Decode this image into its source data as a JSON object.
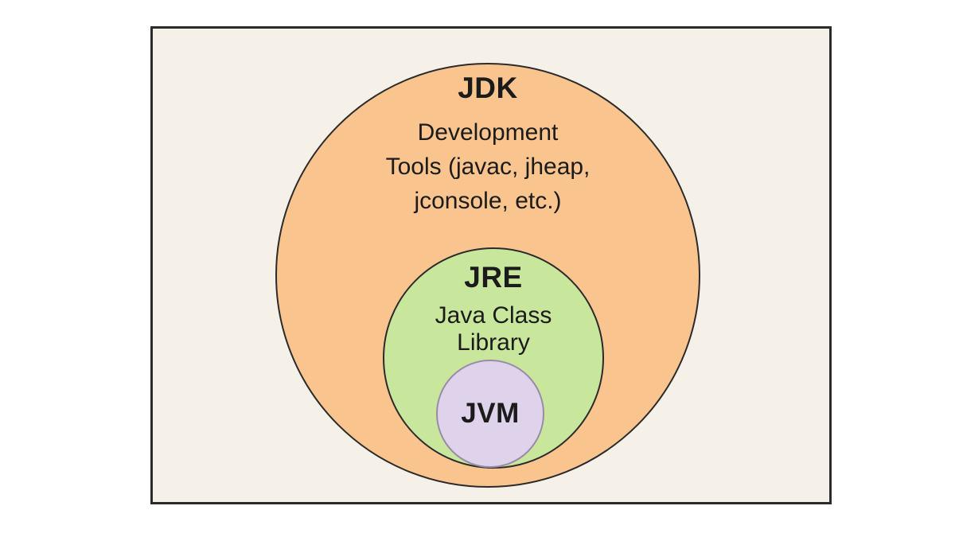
{
  "diagram": {
    "type": "nested-circles",
    "page_background": "#ffffff",
    "frame": {
      "background": "#f5f1e9",
      "border_color": "#2b2b2b"
    },
    "jdk": {
      "label": "JDK",
      "description_lines": [
        "Development",
        "Tools (javac, jheap,",
        "jconsole, etc.)"
      ],
      "fill": "#f9c48e",
      "stroke": "#2b2b2b"
    },
    "jre": {
      "label": "JRE",
      "description_lines": [
        "Java Class",
        "Library"
      ],
      "fill": "#c8e69c",
      "stroke": "#2b2b2b"
    },
    "jvm": {
      "label": "JVM",
      "fill": "#ded3ea",
      "stroke": "#9c8ba8"
    },
    "text_color": "#1b1b1b"
  }
}
